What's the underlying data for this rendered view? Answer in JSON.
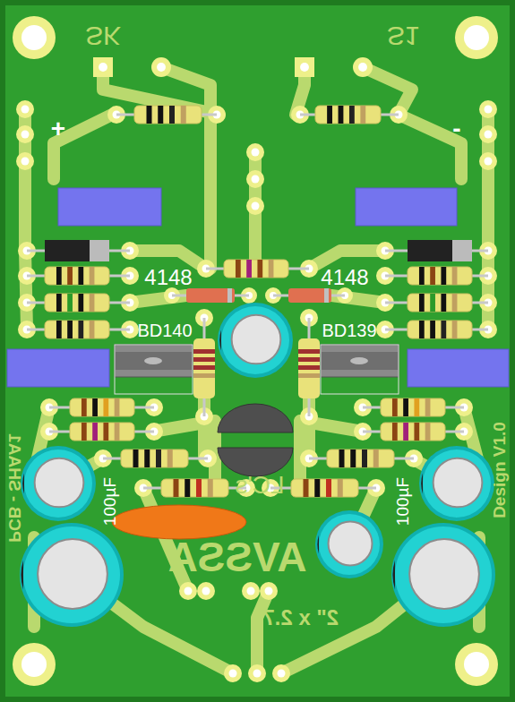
{
  "diagram": {
    "labels": [
      "SK",
      "S1",
      "+",
      "-",
      "4148",
      "4148",
      "BD140",
      "BD139",
      "100µF",
      "100µF",
      "PCB - SHAA1",
      "Design V1.0",
      "LC's",
      "AVSSA",
      "2\" x 2.7\""
    ]
  }
}
